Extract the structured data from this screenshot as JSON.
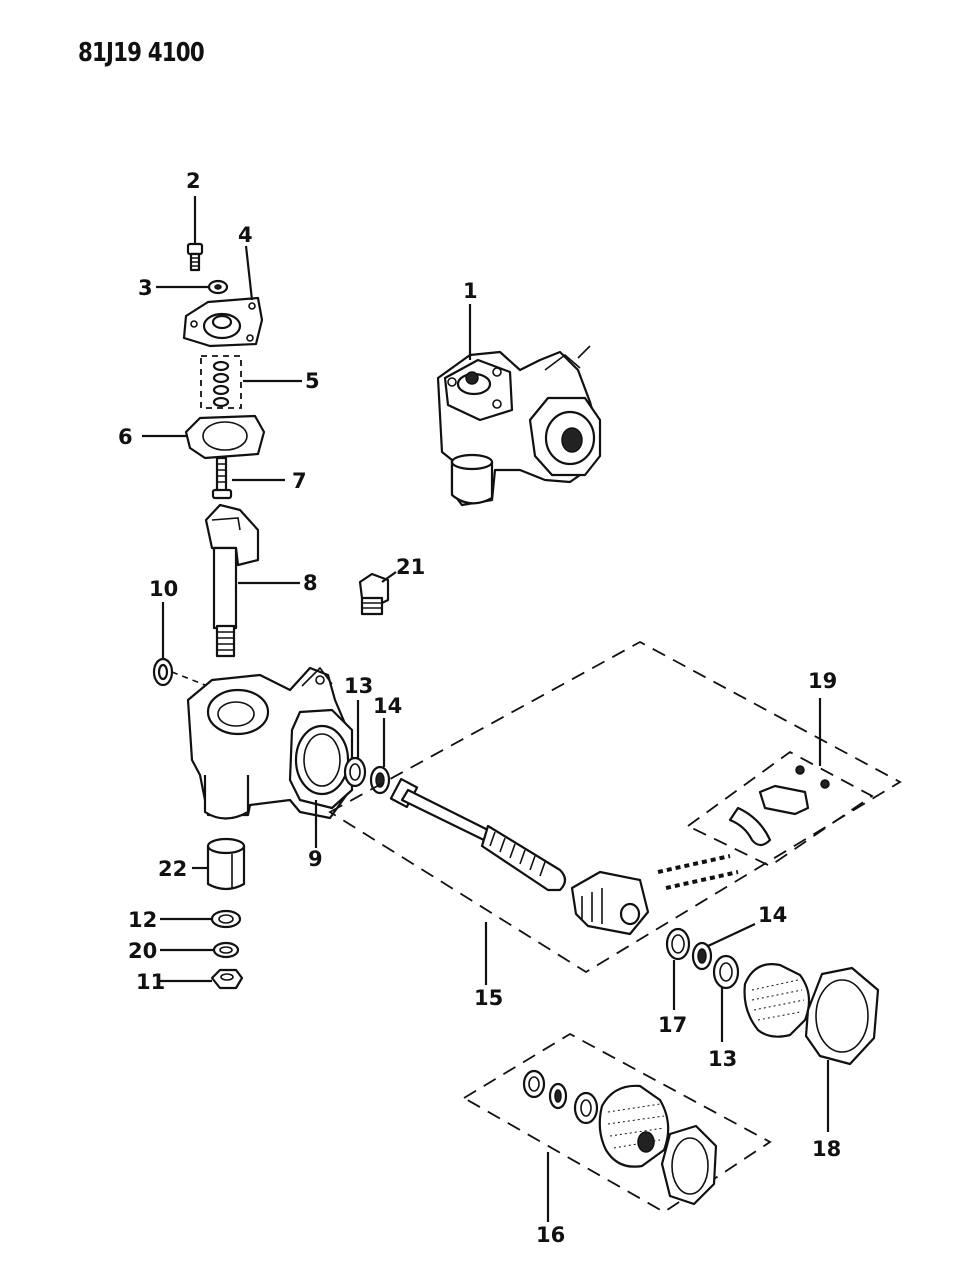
{
  "diagram_code": "81J19 4100",
  "callouts": {
    "c1": "1",
    "c2": "2",
    "c3": "3",
    "c4": "4",
    "c5": "5",
    "c6": "6",
    "c7": "7",
    "c8": "8",
    "c9": "9",
    "c10": "10",
    "c11": "11",
    "c12": "12",
    "c13a": "13",
    "c13b": "13",
    "c14a": "14",
    "c14b": "14",
    "c15": "15",
    "c16": "16",
    "c17": "17",
    "c18": "18",
    "c19": "19",
    "c20": "20",
    "c21": "21",
    "c22": "22"
  }
}
